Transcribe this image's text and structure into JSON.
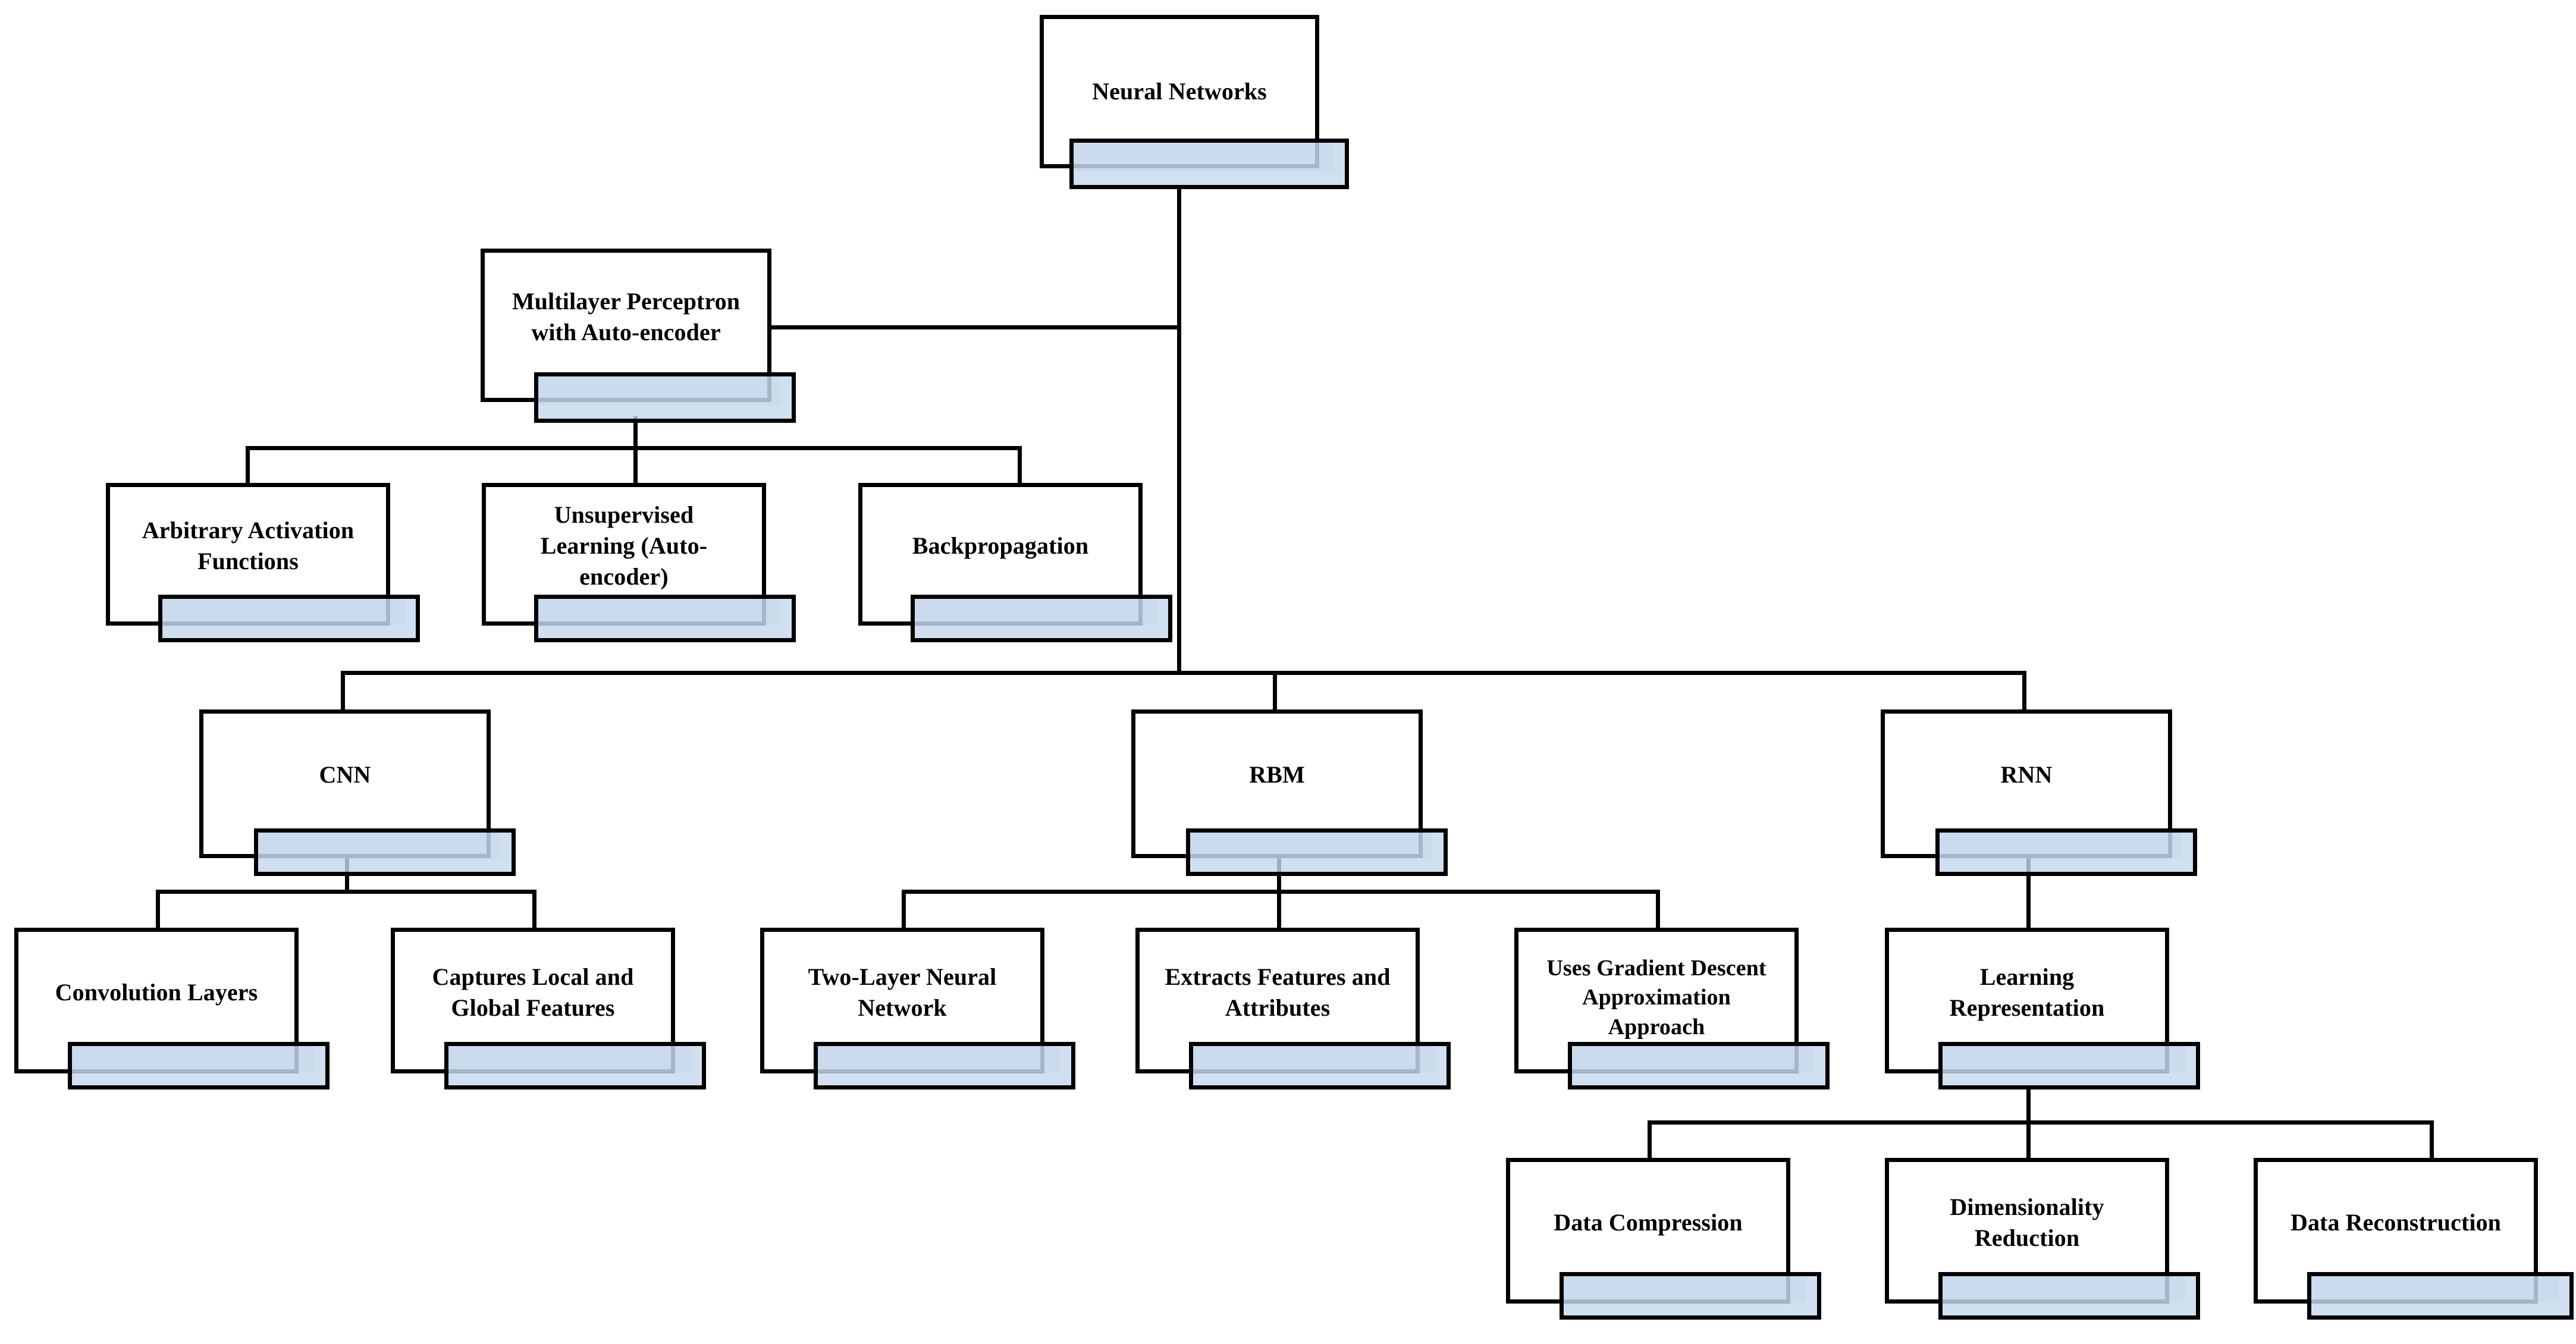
{
  "diagram": {
    "title": "Neural Networks Taxonomy",
    "type": "tree-hierarchy",
    "theme": {
      "background": "#ffffff",
      "border": "#000000",
      "accent_fill": "#c5d8ec",
      "text": "#000000"
    },
    "nodes": {
      "root": {
        "label": "Neural Networks"
      },
      "mlp": {
        "label": "Multilayer Perceptron\nwith Auto-encoder"
      },
      "arbitrary_activation": {
        "label": "Arbitrary Activation\nFunctions"
      },
      "unsupervised": {
        "label": "Unsupervised\nLearning (Auto-\nencoder)"
      },
      "backprop": {
        "label": "Backpropagation"
      },
      "cnn": {
        "label": "CNN"
      },
      "rbm": {
        "label": "RBM"
      },
      "rnn": {
        "label": "RNN"
      },
      "convolution_layers": {
        "label": "Convolution Layers"
      },
      "captures_features": {
        "label": "Captures Local and\nGlobal Features"
      },
      "two_layer": {
        "label": "Two-Layer Neural\nNetwork"
      },
      "extracts_features": {
        "label": "Extracts Features and\nAttributes"
      },
      "gradient_descent": {
        "label": "Uses Gradient Descent\nApproximation\nApproach"
      },
      "learning_representation": {
        "label": "Learning\nRepresentation"
      },
      "data_compression": {
        "label": "Data Compression"
      },
      "dimensionality_reduction": {
        "label": "Dimensionality\nReduction"
      },
      "data_reconstruction": {
        "label": "Data Reconstruction"
      }
    },
    "edges": [
      {
        "from": "root",
        "to": "mlp"
      },
      {
        "from": "root",
        "to": "cnn"
      },
      {
        "from": "root",
        "to": "rbm"
      },
      {
        "from": "root",
        "to": "rnn"
      },
      {
        "from": "mlp",
        "to": "arbitrary_activation"
      },
      {
        "from": "mlp",
        "to": "unsupervised"
      },
      {
        "from": "mlp",
        "to": "backprop"
      },
      {
        "from": "cnn",
        "to": "convolution_layers"
      },
      {
        "from": "cnn",
        "to": "captures_features"
      },
      {
        "from": "rbm",
        "to": "two_layer"
      },
      {
        "from": "rbm",
        "to": "extracts_features"
      },
      {
        "from": "rbm",
        "to": "gradient_descent"
      },
      {
        "from": "rnn",
        "to": "learning_representation"
      },
      {
        "from": "learning_representation",
        "to": "data_compression"
      },
      {
        "from": "learning_representation",
        "to": "dimensionality_reduction"
      },
      {
        "from": "learning_representation",
        "to": "data_reconstruction"
      }
    ]
  }
}
